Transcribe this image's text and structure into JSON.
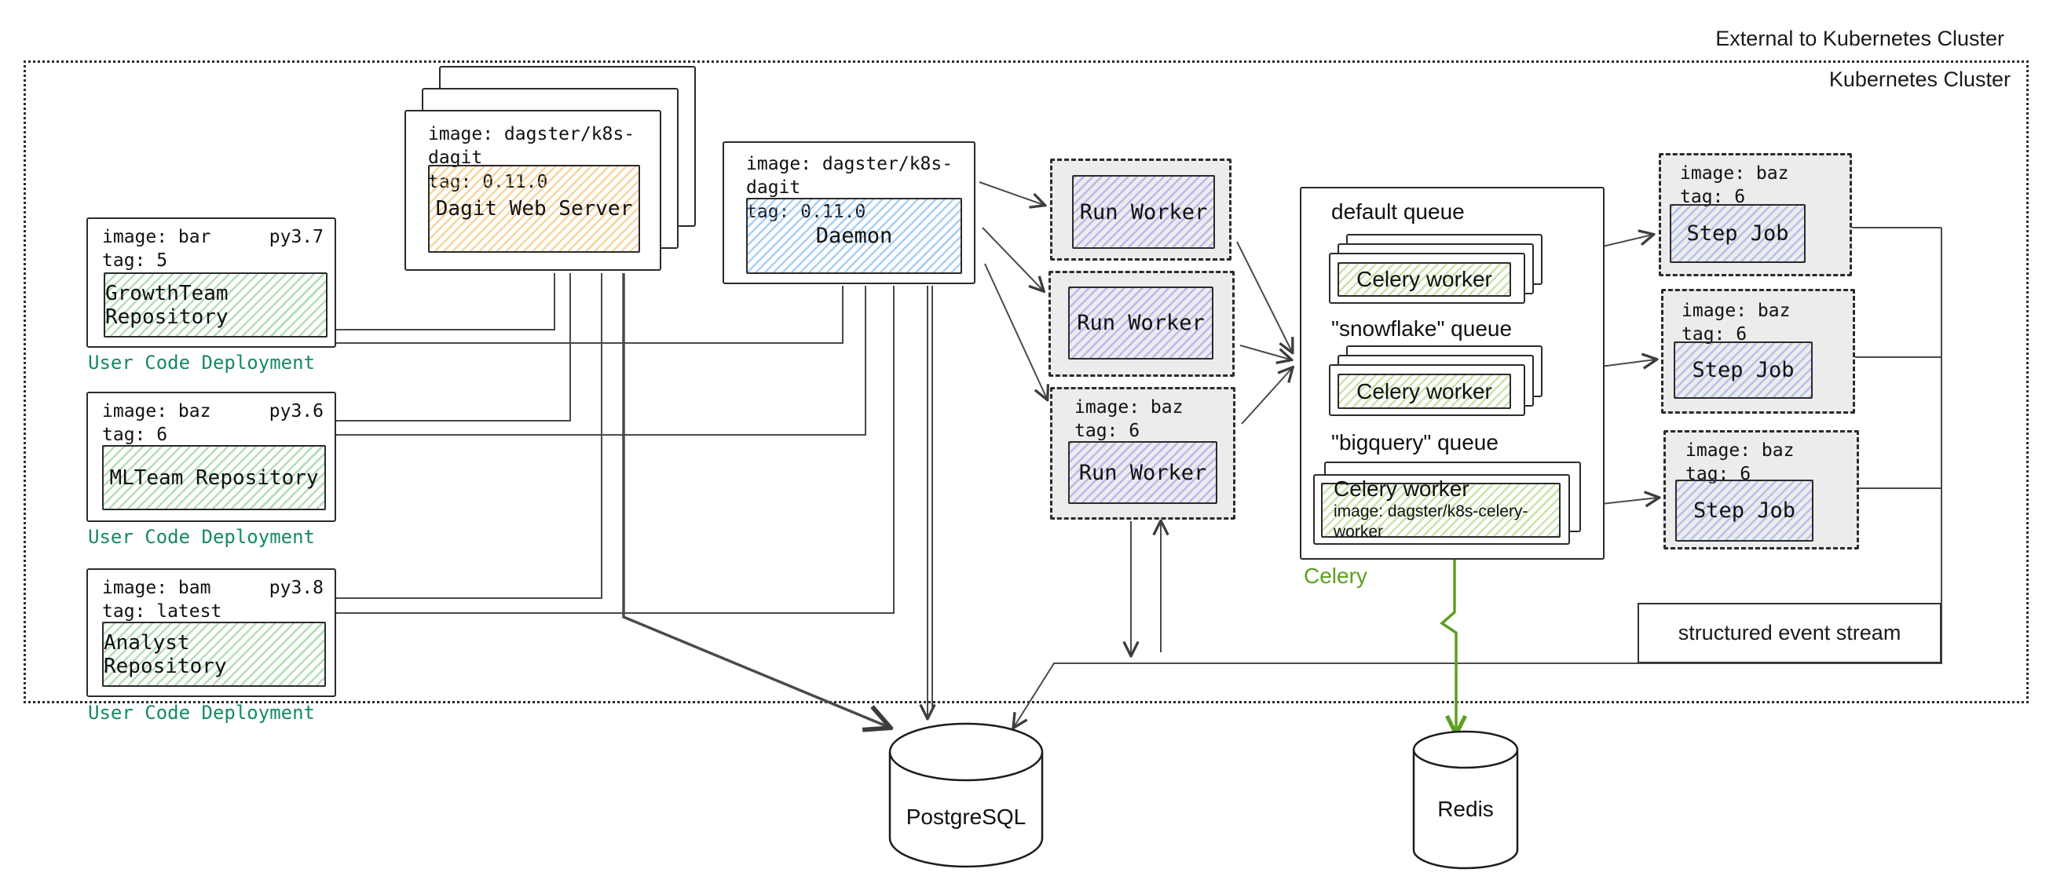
{
  "labels": {
    "external": "External to Kubernetes Cluster",
    "cluster": "Kubernetes Cluster",
    "event_stream": "structured event stream",
    "postgres": "PostgreSQL",
    "redis": "Redis"
  },
  "repos": [
    {
      "image": "image: bar",
      "python": "py3.7",
      "tag": "tag: 5",
      "name": "GrowthTeam Repository",
      "caption": "User Code Deployment"
    },
    {
      "image": "image: baz",
      "python": "py3.6",
      "tag": "tag: 6",
      "name": "MLTeam Repository",
      "caption": "User Code Deployment"
    },
    {
      "image": "image: bam",
      "python": "py3.8",
      "tag": "tag: latest",
      "name": "Analyst Repository",
      "caption": "User Code Deployment"
    }
  ],
  "dagit": {
    "image": "image: dagster/k8s-dagit",
    "tag": "tag: 0.11.0",
    "name": "Dagit Web Server"
  },
  "daemon": {
    "image": "image: dagster/k8s-dagit",
    "tag": "tag: 0.11.0",
    "name": "Daemon"
  },
  "run_workers": [
    {
      "name": "Run Worker"
    },
    {
      "name": "Run Worker"
    },
    {
      "name": "Run Worker",
      "image": "image: baz",
      "tag": "tag: 6"
    }
  ],
  "celery": {
    "label": "Celery",
    "queues": [
      {
        "title": "default queue",
        "worker": "Celery worker"
      },
      {
        "title": "\"snowflake\" queue",
        "worker": "Celery worker"
      },
      {
        "title": "\"bigquery\" queue",
        "worker": "Celery worker",
        "worker_image": "image: dagster/k8s-celery-worker"
      }
    ]
  },
  "step_jobs": [
    {
      "image": "image: baz",
      "tag": "tag: 6",
      "name": "Step Job"
    },
    {
      "image": "image: baz",
      "tag": "tag: 6",
      "name": "Step Job"
    },
    {
      "image": "image: baz",
      "tag": "tag: 6",
      "name": "Step Job"
    }
  ],
  "colors": {
    "user_code_caption": "#148a63",
    "celery_green": "#5ca021",
    "hatch_green": "#69be6e",
    "hatch_celery_green": "#9acd62",
    "hatch_orange": "#f2b85f",
    "hatch_blue": "#64a5eb",
    "hatch_purple": "#a087f2",
    "hatch_indigo": "#889cee",
    "container_gray": "#ececec"
  }
}
